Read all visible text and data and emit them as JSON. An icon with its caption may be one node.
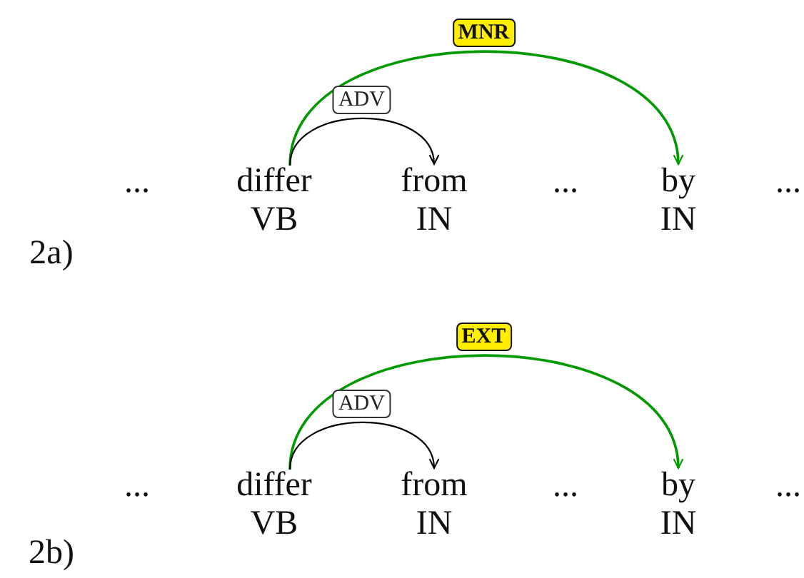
{
  "diagram": {
    "nodes": [
      {
        "text": [
          "differ",
          "VB"
        ]
      },
      {
        "text": [
          "from",
          "IN"
        ]
      },
      {
        "text": [
          "by",
          "IN"
        ]
      },
      {
        "text": [
          "differ",
          "VB"
        ]
      },
      {
        "text": [
          "from",
          "IN"
        ]
      },
      {
        "text": [
          "by",
          "IN"
        ]
      }
    ],
    "edges": [
      {
        "from": 0,
        "to": 2,
        "arrow": "to",
        "label": "MNR",
        "color": "#009900"
      },
      {
        "from": 0,
        "to": 1,
        "arrow": "to",
        "label": "ADV",
        "color": "#000000"
      },
      {
        "from": 3,
        "to": 5,
        "arrow": "to",
        "label": "EXT",
        "color": "#009900"
      },
      {
        "from": 3,
        "to": 4,
        "arrow": "to",
        "label": "ADV",
        "color": "#000000"
      }
    ],
    "labels": [
      "...",
      "...",
      "...",
      "2a)",
      "...",
      "...",
      "...",
      "2b)"
    ]
  }
}
